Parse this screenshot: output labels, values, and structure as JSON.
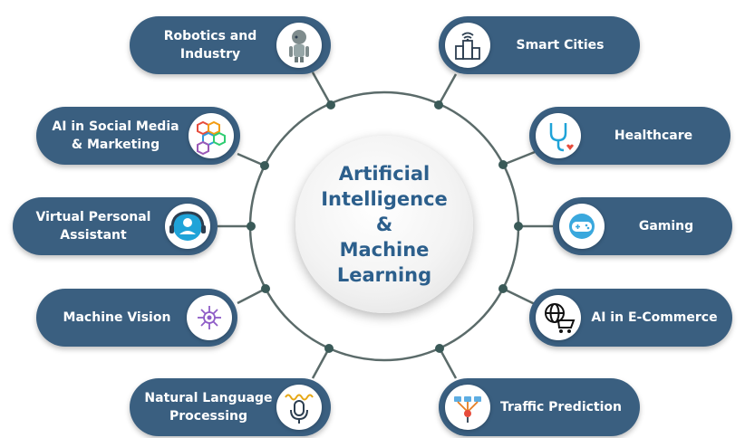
{
  "center": {
    "lines": [
      "Artificial",
      "Intelligence",
      "&",
      "Machine",
      "Learning"
    ]
  },
  "colors": {
    "pill": "#3a5f80",
    "ring": "#5b6b6a",
    "node": "#3a5a58",
    "center_text": "#2c5f8c"
  },
  "left_items": [
    {
      "label": "Robotics and Industry",
      "icon": "robot-icon"
    },
    {
      "label": "AI in Social Media & Marketing",
      "icon": "social-media-icon"
    },
    {
      "label": "Virtual Personal Assistant",
      "icon": "headset-assistant-icon"
    },
    {
      "label": "Machine Vision",
      "icon": "circuit-eye-icon"
    },
    {
      "label": "Natural Language Processing",
      "icon": "microphone-icon"
    }
  ],
  "right_items": [
    {
      "label": "Smart Cities",
      "icon": "city-wifi-icon"
    },
    {
      "label": "Healthcare",
      "icon": "stethoscope-icon"
    },
    {
      "label": "Gaming",
      "icon": "gamepad-icon"
    },
    {
      "label": "AI in E-Commerce",
      "icon": "cart-globe-icon"
    },
    {
      "label": "Traffic Prediction",
      "icon": "network-icon"
    }
  ]
}
